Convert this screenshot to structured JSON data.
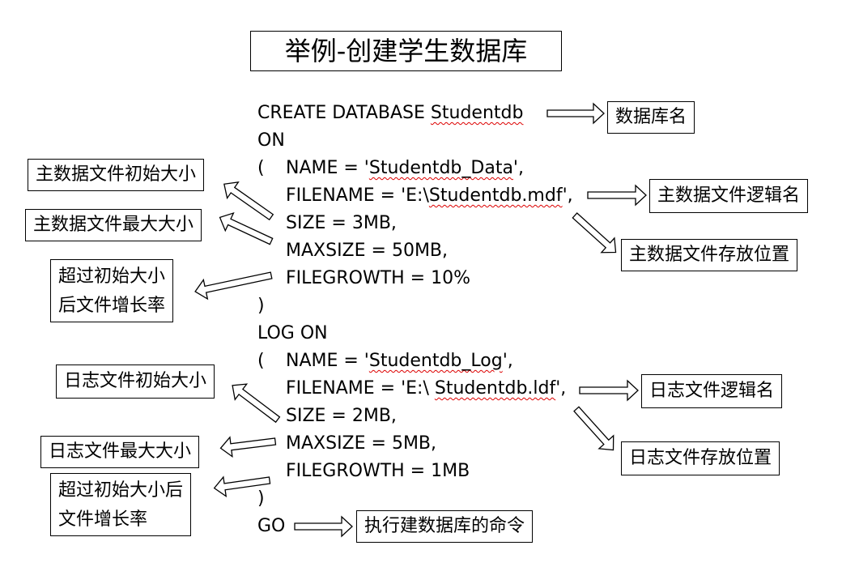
{
  "title": "举例-创建学生数据库",
  "code": {
    "l1_prefix": "CREATE DATABASE ",
    "l1_name": "Studentdb",
    "l2": "ON",
    "l3_paren": "(",
    "l3_pre": "NAME = '",
    "l3_val": "Studentdb_Data",
    "l3_post": "',",
    "l4_pre": "FILENAME = 'E:\\",
    "l4_val": "Studentdb.mdf",
    "l4_post": "',",
    "l5": "SIZE = 3MB,",
    "l6": "MAXSIZE = 50MB,",
    "l7": "FILEGROWTH = 10%",
    "l8": ")",
    "l9": "LOG ON",
    "l10_paren": "(",
    "l10_pre": "NAME = '",
    "l10_val": "Studentdb_Log",
    "l10_post": "',",
    "l11_pre": "FILENAME = 'E:\\ ",
    "l11_val": "Studentdb.ldf",
    "l11_post": "',",
    "l12": "SIZE = 2MB,",
    "l13": "MAXSIZE = 5MB,",
    "l14": "FILEGROWTH = 1MB",
    "l15": ")",
    "l16": "GO"
  },
  "annotations": {
    "db_name": "数据库名",
    "primary_initial_size": "主数据文件初始大小",
    "primary_logical_name": "主数据文件逻辑名",
    "primary_max_size": "主数据文件最大大小",
    "primary_location": "主数据文件存放位置",
    "primary_growth_line1": "超过初始大小",
    "primary_growth_line2": "后文件增长率",
    "log_initial_size": "日志文件初始大小",
    "log_logical_name": "日志文件逻辑名",
    "log_max_size": "日志文件最大大小",
    "log_location": "日志文件存放位置",
    "log_growth_line1": "超过初始大小后",
    "log_growth_line2": "文件增长率",
    "go_command": "执行建数据库的命令"
  }
}
